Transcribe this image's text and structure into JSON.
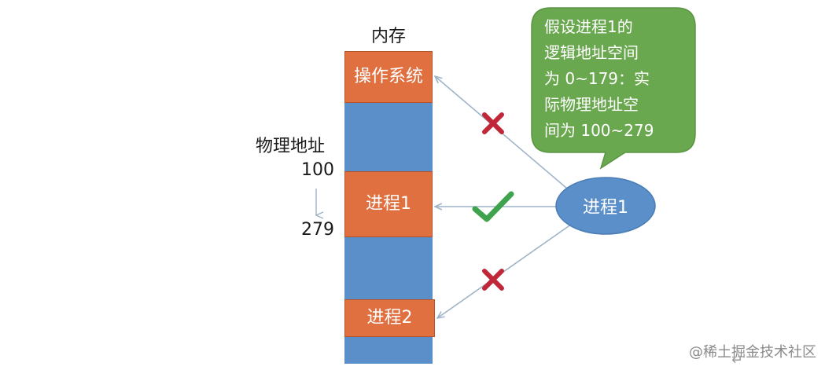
{
  "memory": {
    "title": "内存",
    "segments": {
      "os": "操作系统",
      "process1": "进程1",
      "process2": "进程2"
    }
  },
  "physical_address": {
    "label": "物理地址",
    "start": "100",
    "end": "279"
  },
  "callout": {
    "lines": [
      "假设进程1的",
      "逻辑地址空间",
      "为 0~179：实",
      "际物理地址空",
      "间为 100~279"
    ]
  },
  "process": {
    "label": "进程1"
  },
  "watermark": "@稀土掘金技术社区",
  "colors": {
    "memory_blue": "#5b8fc9",
    "segment_orange": "#e07040",
    "callout_green": "#6aa84f",
    "process_blue": "#5b8fc9",
    "cross_red": "#c0283a",
    "check_green": "#3fa34d",
    "arrow_gray": "#9fb4c9"
  },
  "icons": {
    "denied": "cross-icon",
    "allowed": "check-icon"
  }
}
